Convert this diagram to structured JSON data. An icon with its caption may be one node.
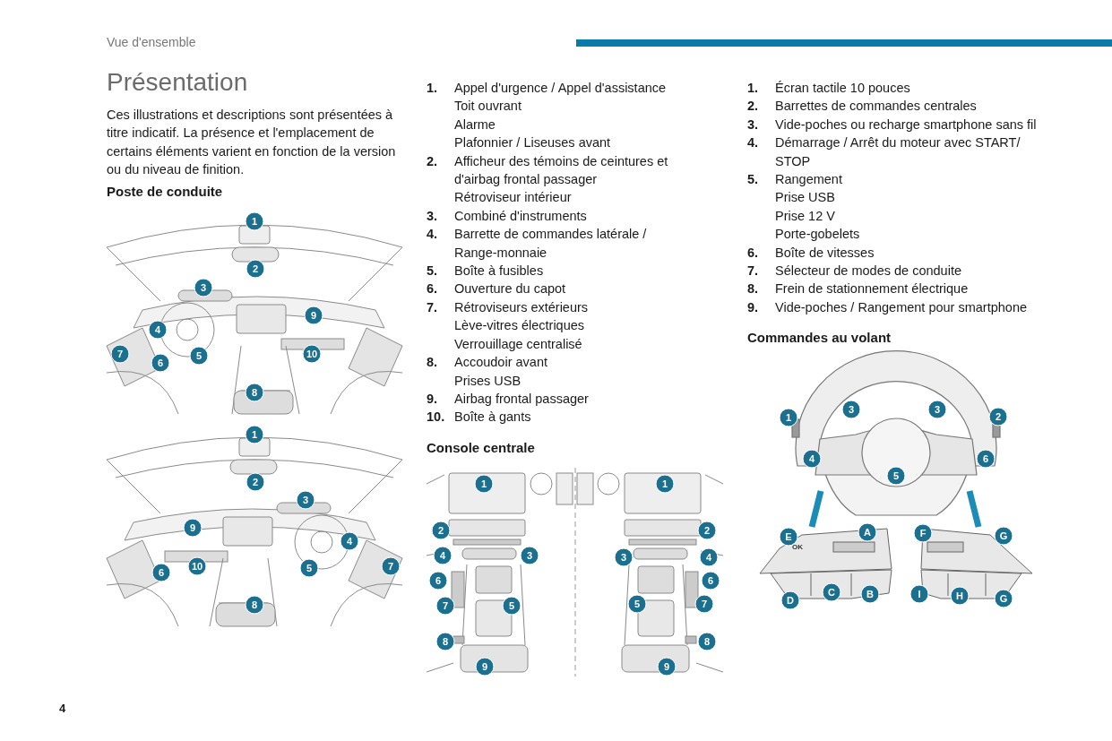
{
  "diagram": {
    "title": "Présentation",
    "labels": [
      "Vue d'ensemble",
      "Ces illustrations et descriptions sont présentées à titre indicatif. La présence et l'emplacement de certains éléments varient en fonction de la version ou du niveau de finition.",
      "Poste de conduite",
      "1",
      "2",
      "3",
      "9",
      "4",
      "7",
      "6",
      "5",
      "10",
      "8",
      "1",
      "2",
      "3",
      "9",
      "4",
      "6",
      "10",
      "5",
      "7",
      "8",
      "1.",
      "Appel d'urgence / Appel d'assistance",
      "Toit ouvrant",
      "Alarme",
      "Plafonnier / Liseuses avant",
      "2.",
      "Afficheur des témoins de ceintures et d'airbag frontal passager",
      "Rétroviseur intérieur",
      "3.",
      "Combiné d'instruments",
      "4.",
      "Barrette de commandes latérale / Range-monnaie",
      "5.",
      "Boîte à fusibles",
      "6.",
      "Ouverture du capot",
      "7.",
      "Rétroviseurs extérieurs",
      "Lève-vitres électriques",
      "Verrouillage centralisé",
      "8.",
      "Accoudoir avant",
      "Prises USB",
      "9.",
      "Airbag frontal passager",
      "10.",
      "Boîte à gants",
      "Console centrale",
      "1",
      "2",
      "4",
      "3",
      "6",
      "7",
      "5",
      "8",
      "9",
      "1",
      "2",
      "3",
      "4",
      "6",
      "5",
      "7",
      "8",
      "9",
      "1.",
      "Écran tactile 10 pouces",
      "2.",
      "Barrettes de commandes centrales",
      "3.",
      "Vide-poches ou recharge smartphone sans fil",
      "4.",
      "Démarrage / Arrêt du moteur avec START/ STOP",
      "5.",
      "Rangement",
      "Prise USB",
      "Prise 12 V",
      "Porte-gobelets",
      "6.",
      "Boîte de vitesses",
      "7.",
      "Sélecteur de modes de conduite",
      "8.",
      "Frein de stationnement électrique",
      "9.",
      "Vide-poches / Rangement pour smartphone",
      "Commandes au volant",
      "1",
      "3",
      "3",
      "2",
      "4",
      "5",
      "6",
      "E",
      "A",
      "F",
      "G",
      "D",
      "C",
      "B",
      "I",
      "H",
      "G",
      "OK",
      "4"
    ]
  }
}
